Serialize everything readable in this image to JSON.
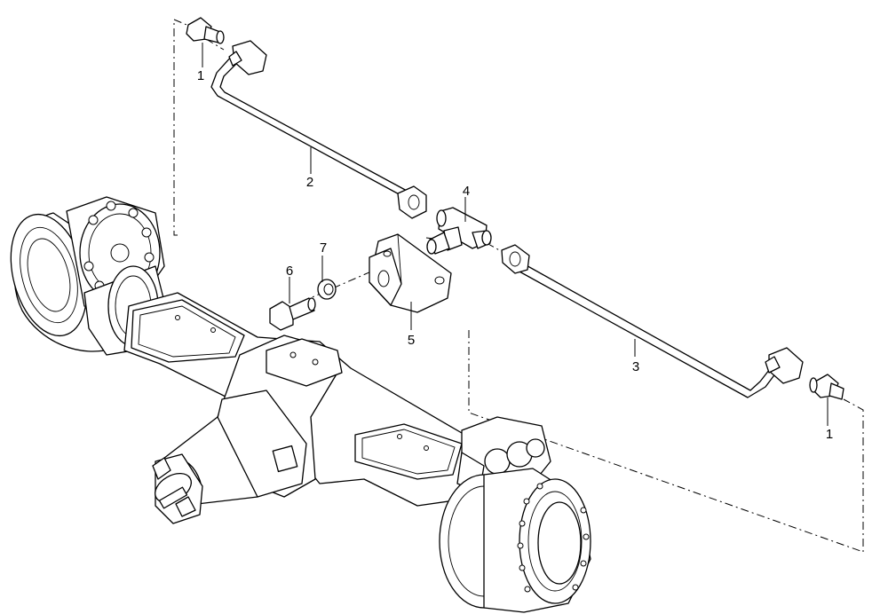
{
  "callouts": {
    "c1a": "1",
    "c1b": "1",
    "c2": "2",
    "c3": "3",
    "c4": "4",
    "c5": "5",
    "c6": "6",
    "c7": "7"
  }
}
